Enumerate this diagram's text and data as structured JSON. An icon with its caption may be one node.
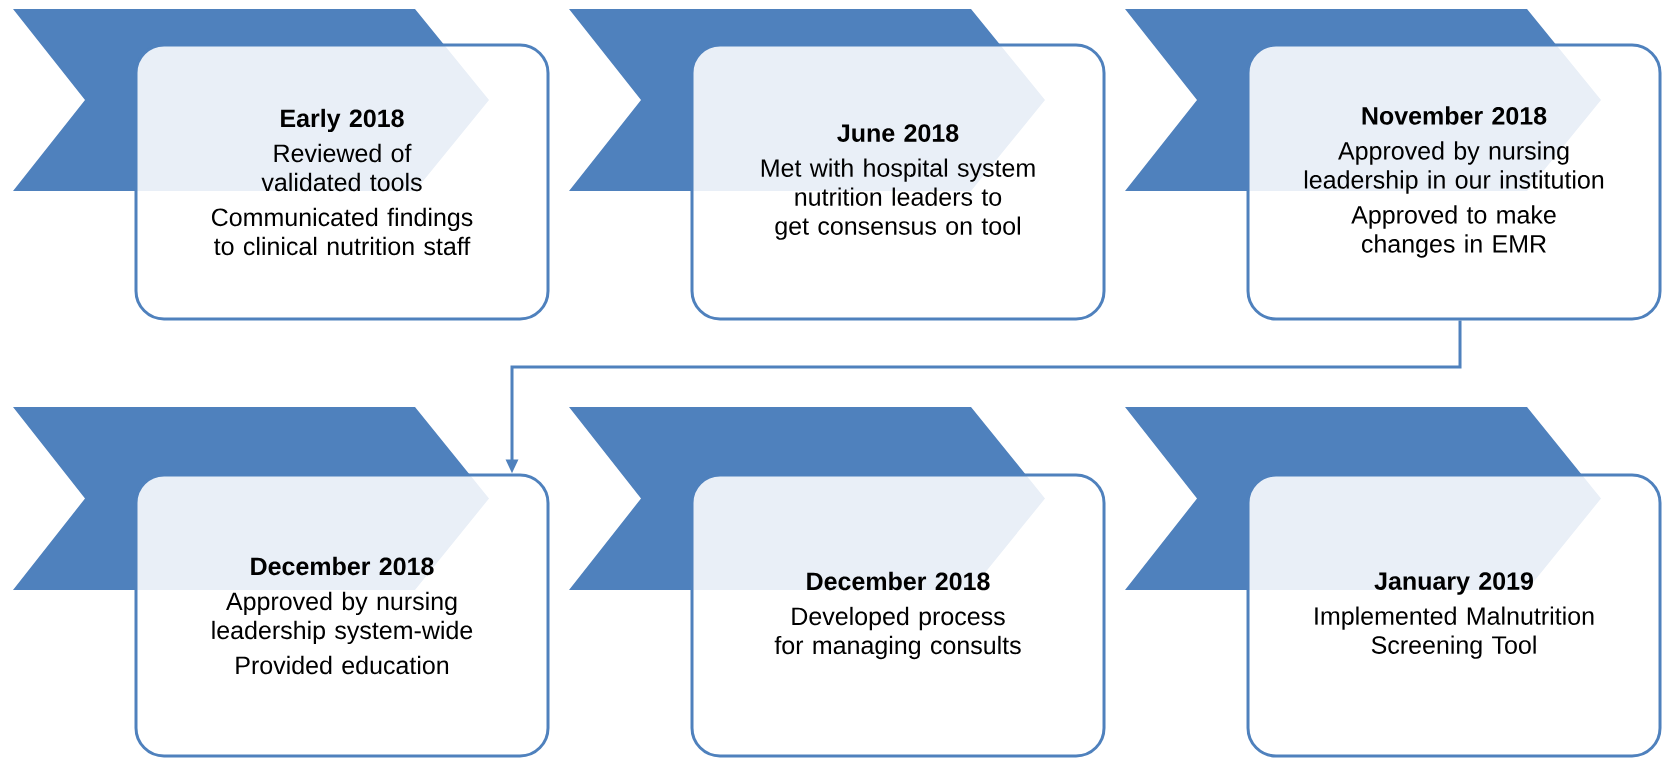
{
  "diagram": {
    "nodes": [
      {
        "text": [
          "Early 2018",
          "Reviewed of validated tools",
          "Communicated findings to clinical nutrition staff"
        ]
      },
      {
        "text": [
          "June 2018",
          "Met with hospital system nutrition leaders to get consensus on tool"
        ]
      },
      {
        "text": [
          "November 2018",
          "Approved by nursing leadership in our institution",
          "Approved to make changes in EMR"
        ]
      },
      {
        "text": [
          "December 2018",
          "Approved by nursing leadership system-wide",
          "Provided education"
        ]
      },
      {
        "text": [
          "December 2018",
          "Developed process for managing consults"
        ]
      },
      {
        "text": [
          "January 2019",
          "Implemented Malnutrition Screening Tool"
        ]
      }
    ],
    "edges": [
      {
        "from": 2,
        "to": 3,
        "arrow": "to"
      }
    ]
  }
}
